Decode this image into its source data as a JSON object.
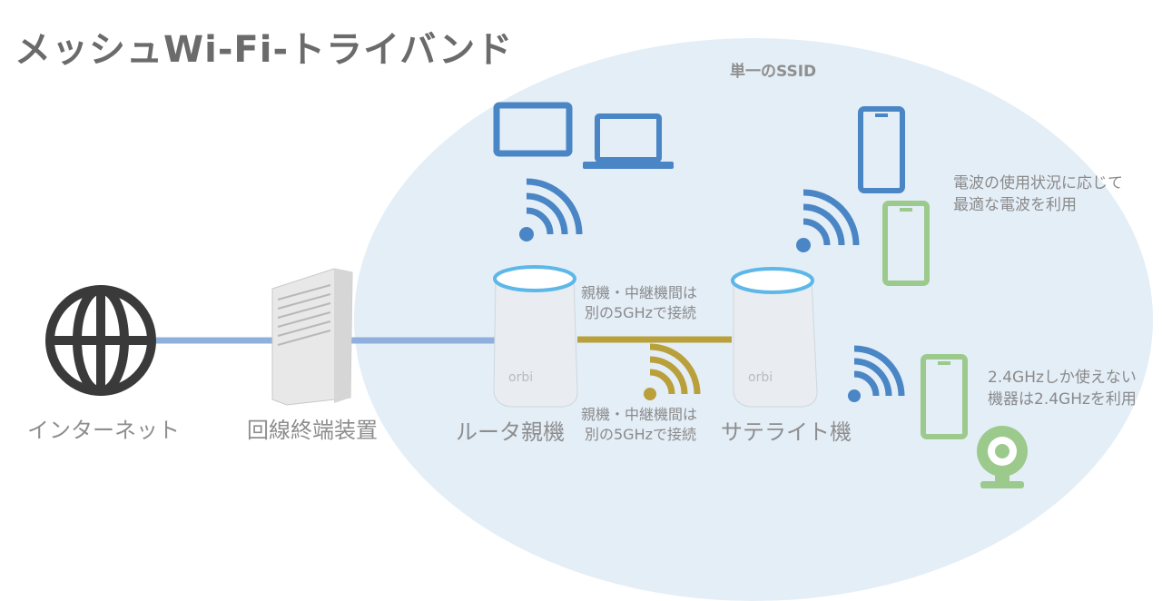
{
  "title": "メッシュWi-Fi-トライバンド",
  "ssid_label": "単一のSSID",
  "nodes": {
    "internet": "インターネット",
    "ont": "回線終端装置",
    "router": "ルータ親機",
    "satellite": "サテライト機"
  },
  "backhaul": {
    "wired_line1": "親機・中継機間は",
    "wired_line2": "別の5GHzで接続",
    "wireless_line1": "親機・中継機間は",
    "wireless_line2": "別の5GHzで接続"
  },
  "notes": {
    "optimal_line1": "電波の使用状況に応じて",
    "optimal_line2": "最適な電波を利用",
    "band24_line1": "2.4GHzしか使えない",
    "band24_line2": "機器は2.4GHzを利用"
  },
  "device_logo": "orbi",
  "colors": {
    "blue": "#4a86c5",
    "green": "#9cc98c",
    "gold": "#b9a03b",
    "link": "#8fb0dc",
    "ellipse": "#e4eef7",
    "dark": "#3a3a3a"
  }
}
